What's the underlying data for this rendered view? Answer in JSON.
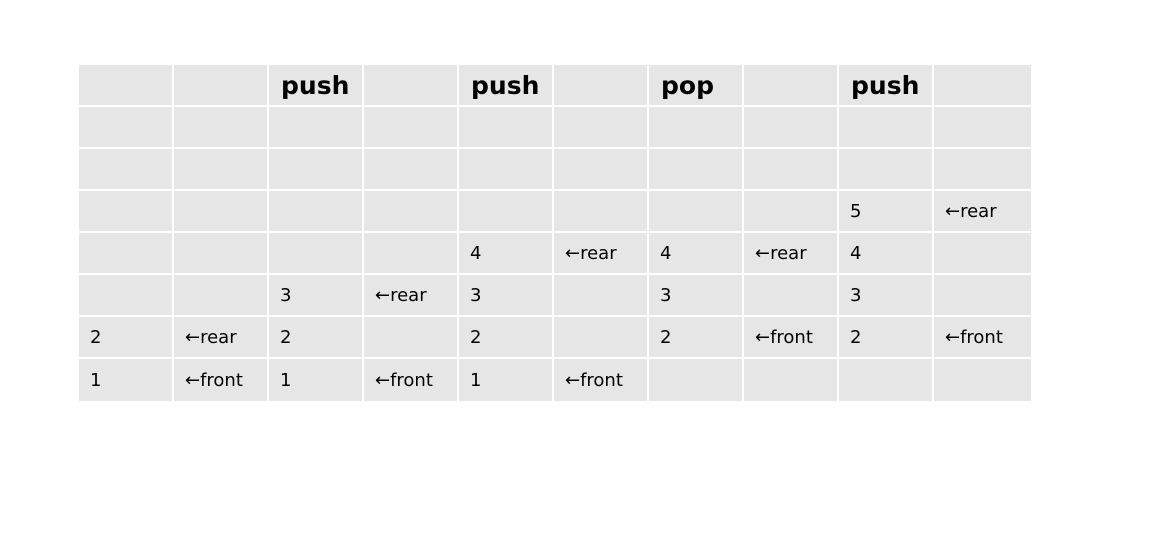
{
  "table": {
    "rows": [
      [
        "",
        "",
        "push",
        "",
        "push",
        "",
        "pop",
        "",
        "push",
        ""
      ],
      [
        "",
        "",
        "",
        "",
        "",
        "",
        "",
        "",
        "",
        ""
      ],
      [
        "",
        "",
        "",
        "",
        "",
        "",
        "",
        "",
        "",
        ""
      ],
      [
        "",
        "",
        "",
        "",
        "",
        "",
        "",
        "",
        "5",
        "←rear"
      ],
      [
        "",
        "",
        "",
        "",
        "4",
        "←rear",
        "4",
        "←rear",
        "4",
        ""
      ],
      [
        "",
        "",
        "3",
        "←rear",
        "3",
        "",
        "3",
        "",
        "3",
        ""
      ],
      [
        "2",
        "←rear",
        "2",
        "",
        "2",
        "",
        "2",
        "←front",
        "2",
        "←front"
      ],
      [
        "1",
        "←front",
        "1",
        "←front",
        "1",
        "←front",
        "",
        "",
        "",
        ""
      ]
    ]
  },
  "colors": {
    "cell_background": "#e6e6e6",
    "grid_lines": "#ffffff",
    "text": "#000000"
  }
}
